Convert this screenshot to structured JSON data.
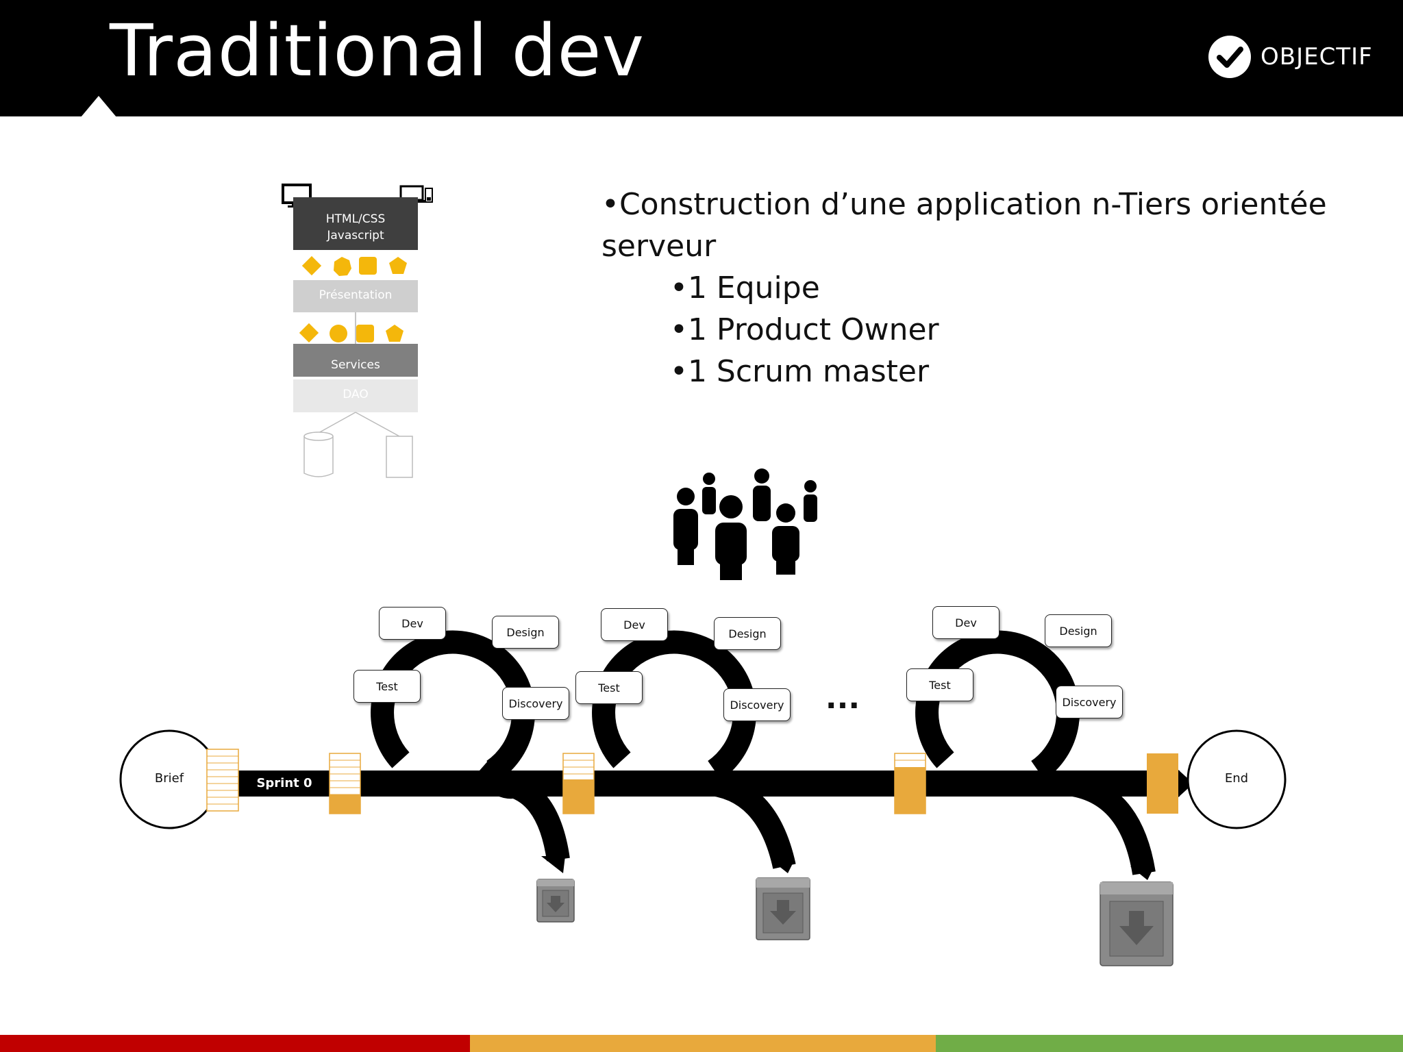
{
  "header": {
    "title": "Traditional dev",
    "logo_text": "OBJECTIF"
  },
  "bullets": [
    {
      "level": 1,
      "text": "•Construction d’une application n-Tiers orientée serveur"
    },
    {
      "level": 2,
      "text": "•1 Equipe"
    },
    {
      "level": 2,
      "text": "•1 Product Owner"
    },
    {
      "level": 2,
      "text": "•1 Scrum master"
    }
  ],
  "architecture": {
    "top_layer": [
      "HTML/CSS",
      "Javascript"
    ],
    "presentation": "Présentation",
    "services": "Services",
    "dao": "DAO"
  },
  "timeline": {
    "start": "Brief",
    "sprint0": "Sprint 0",
    "end": "End",
    "ellipsis": "...",
    "cycles": [
      {
        "dev": "Dev",
        "design": "Design",
        "test": "Test",
        "discovery": "Discovery"
      },
      {
        "dev": "Dev",
        "design": "Design",
        "test": "Test",
        "discovery": "Discovery"
      },
      {
        "dev": "Dev",
        "design": "Design",
        "test": "Test",
        "discovery": "Discovery"
      }
    ]
  },
  "colors": {
    "accent_orange": "#e8a93c",
    "shape_yellow": "#f4b70b",
    "footer": [
      "#c00000",
      "#e8a93c",
      "#70ad47"
    ]
  }
}
